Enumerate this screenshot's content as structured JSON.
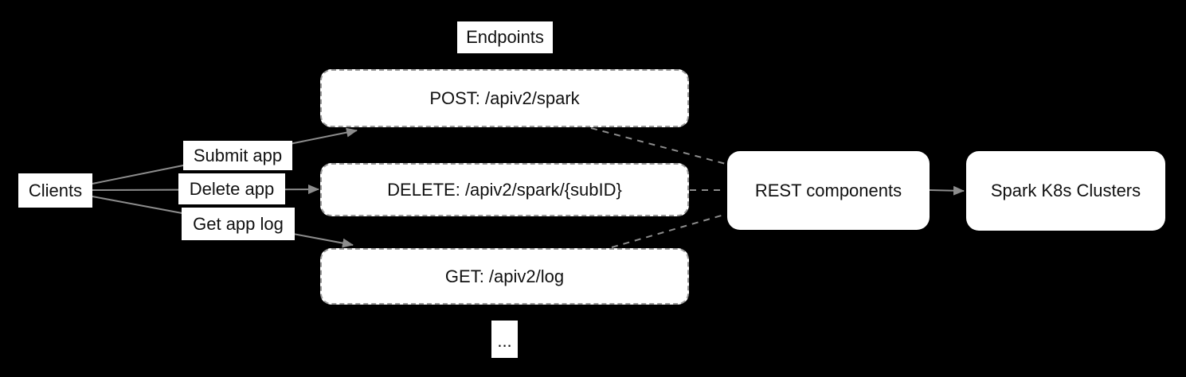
{
  "diagram": {
    "clients": {
      "label": "Clients"
    },
    "edge_labels": {
      "submit_app": "Submit app",
      "delete_app": "Delete app",
      "get_app_log": "Get app log"
    },
    "endpoints": {
      "title": "Endpoints",
      "post": "POST: /apiv2/spark",
      "delete": "DELETE: /apiv2/spark/{subID}",
      "get": "GET: /apiv2/log",
      "more": "..."
    },
    "rest_components": {
      "label": "REST components"
    },
    "spark_clusters": {
      "label": "Spark K8s Clusters"
    },
    "colors": {
      "background": "#000000",
      "node_fill": "#ffffff",
      "edge_line": "#8c8c8c",
      "dashed_border": "#999999",
      "text": "#111111"
    }
  }
}
